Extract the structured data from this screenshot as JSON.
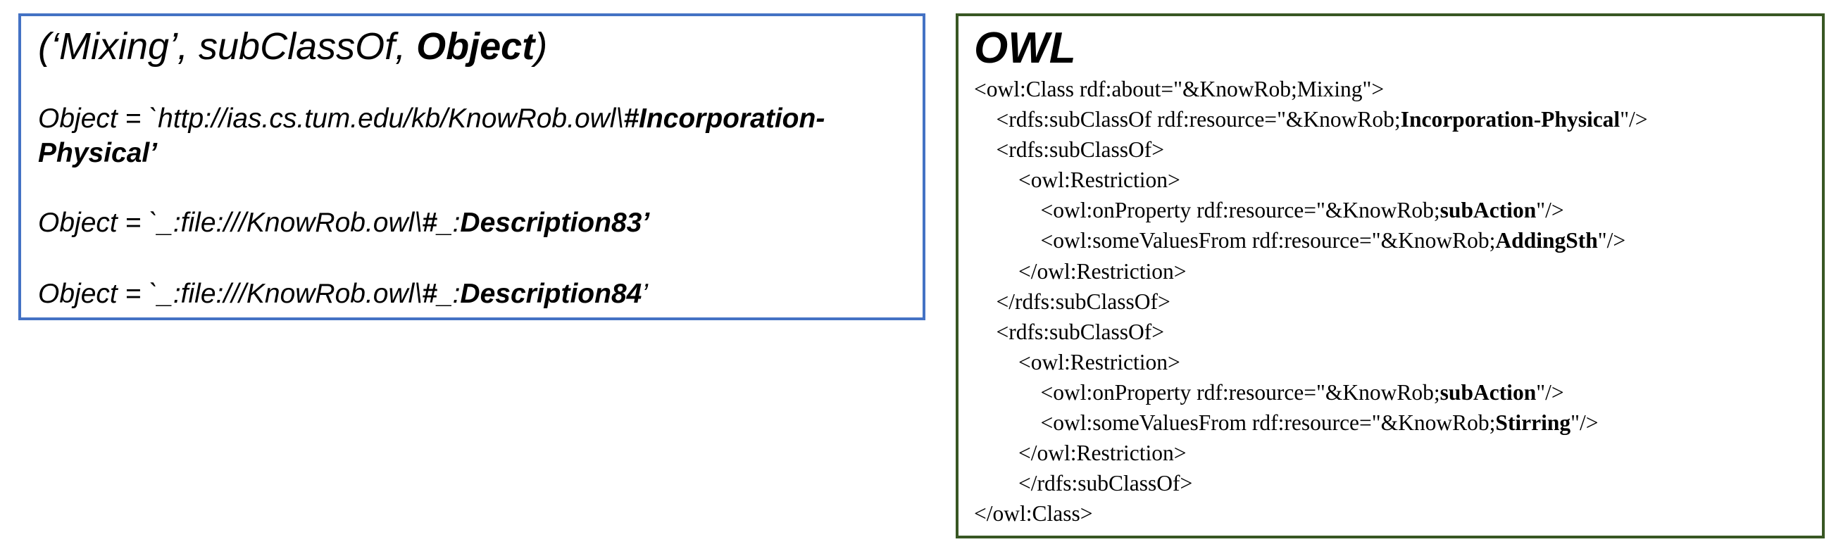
{
  "left_panel": {
    "title": {
      "open": "(‘Mixing’, subClassOf, ",
      "object": "Object",
      "close": ")"
    },
    "object_definitions": [
      {
        "prefix": "Object = `http://ias.cs.tum.edu/kb/KnowRob.owl\\",
        "bold": "#Incorporation-",
        "line2": "Physical’"
      },
      {
        "prefix": "Object = `_:file:///KnowRob.owl\\",
        "bold_hash": "#_",
        "colon": ":",
        "bold": "Description83’"
      },
      {
        "prefix": "Object = `_:file:///KnowRob.owl\\",
        "bold_hash": "#_",
        "colon": ":",
        "bold": "Description84",
        "suffix": "’"
      }
    ]
  },
  "right_panel": {
    "title": "OWL",
    "lines": [
      {
        "indent": "",
        "pre": "<owl:Class rdf:about=\"&KnowRob;Mixing\">",
        "bold": "",
        "post": ""
      },
      {
        "indent": "    ",
        "pre": "<rdfs:subClassOf rdf:resource=\"&KnowRob;",
        "bold": "Incorporation-Physical",
        "post": "\"/>"
      },
      {
        "indent": "    ",
        "pre": "<rdfs:subClassOf>",
        "bold": "",
        "post": ""
      },
      {
        "indent": "        ",
        "pre": "<owl:Restriction>",
        "bold": "",
        "post": ""
      },
      {
        "indent": "            ",
        "pre": "<owl:onProperty rdf:resource=\"&KnowRob;",
        "bold": "subAction",
        "post": "\"/>"
      },
      {
        "indent": "            ",
        "pre": "<owl:someValuesFrom rdf:resource=\"&KnowRob;",
        "bold": "AddingSth",
        "post": "\"/>"
      },
      {
        "indent": "        ",
        "pre": "</owl:Restriction>",
        "bold": "",
        "post": ""
      },
      {
        "indent": "    ",
        "pre": "</rdfs:subClassOf>",
        "bold": "",
        "post": ""
      },
      {
        "indent": "    ",
        "pre": "<rdfs:subClassOf>",
        "bold": "",
        "post": ""
      },
      {
        "indent": "        ",
        "pre": "<owl:Restriction>",
        "bold": "",
        "post": ""
      },
      {
        "indent": "            ",
        "pre": "<owl:onProperty rdf:resource=\"&KnowRob;",
        "bold": "subAction",
        "post": "\"/>"
      },
      {
        "indent": "            ",
        "pre": "<owl:someValuesFrom rdf:resource=\"&KnowRob;",
        "bold": "Stirring",
        "post": "\"/>"
      },
      {
        "indent": "        ",
        "pre": "</owl:Restriction>",
        "bold": "",
        "post": ""
      },
      {
        "indent": "        ",
        "pre": "</rdfs:subClassOf>",
        "bold": "",
        "post": ""
      },
      {
        "indent": "",
        "pre": "</owl:Class>",
        "bold": "",
        "post": ""
      }
    ]
  },
  "colors": {
    "left_border": "#4472c4",
    "right_border": "#385723"
  }
}
